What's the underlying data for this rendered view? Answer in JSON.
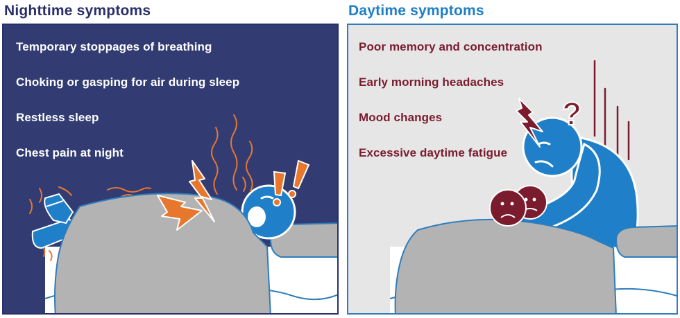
{
  "panels": {
    "night": {
      "title": "Nighttime symptoms",
      "symptoms": [
        "Temporary stoppages of breathing",
        "Choking or gasping for air during sleep",
        "Restless sleep",
        "Chest pain at night"
      ]
    },
    "day": {
      "title": "Daytime symptoms",
      "symptoms": [
        "Poor memory and concentration",
        "Early morning headaches",
        "Mood changes",
        "Excessive daytime fatigue"
      ]
    }
  },
  "colors": {
    "night_bg": "#323c72",
    "day_bg": "#e6e6e6",
    "night_title": "#2a2f6b",
    "day_title": "#1e7fc4",
    "day_text": "#7a1c2e",
    "figure_blue": "#1f7fc8",
    "blanket_gray": "#b3b3b3",
    "accent_orange": "#e8772e",
    "sad_face": "#7a1c2e"
  }
}
